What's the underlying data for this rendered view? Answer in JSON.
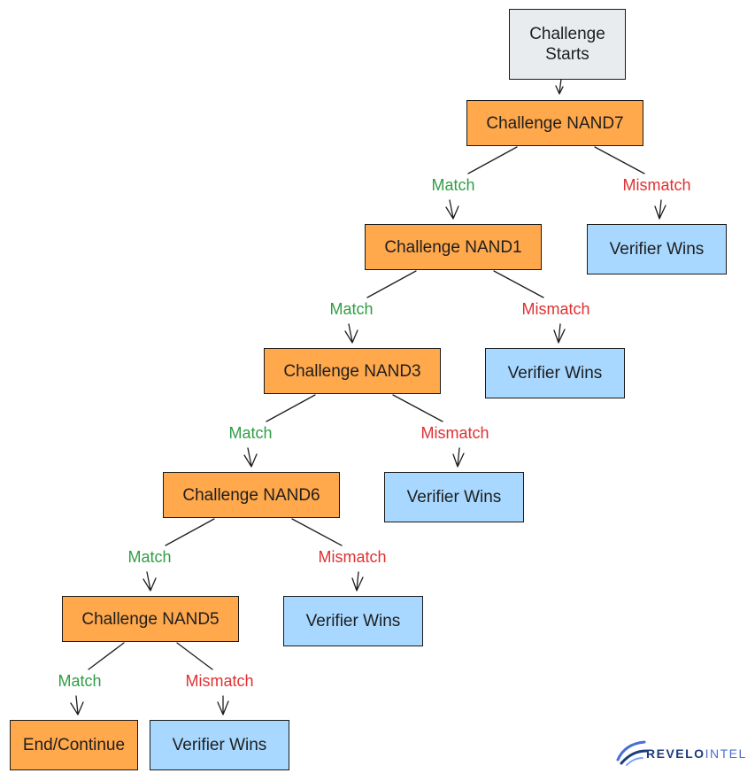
{
  "nodes": {
    "start": "Challenge\nStarts",
    "nand7": "Challenge NAND7",
    "nand1": "Challenge NAND1",
    "nand3": "Challenge NAND3",
    "nand6": "Challenge NAND6",
    "nand5": "Challenge NAND5",
    "end": "End/Continue",
    "verifier": "Verifier Wins"
  },
  "edge_labels": {
    "match": "Match",
    "mismatch": "Mismatch"
  },
  "logo": {
    "text_a": "REVELO",
    "text_b": "INTEL"
  },
  "colors": {
    "start": "#e9ecef",
    "challenge": "#ffa84c",
    "verifier": "#a8d8ff",
    "match": "#2f9e44",
    "mismatch": "#e03131"
  }
}
